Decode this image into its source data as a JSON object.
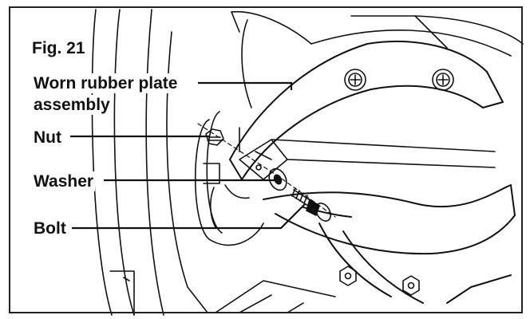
{
  "figure": {
    "title": "Fig. 21",
    "labels": {
      "plate_line1": "Worn rubber plate",
      "plate_line2": "assembly",
      "nut": "Nut",
      "washer": "Washer",
      "bolt": "Bolt"
    }
  },
  "colors": {
    "line": "#111111",
    "background": "#ffffff",
    "frame": "#222222"
  }
}
